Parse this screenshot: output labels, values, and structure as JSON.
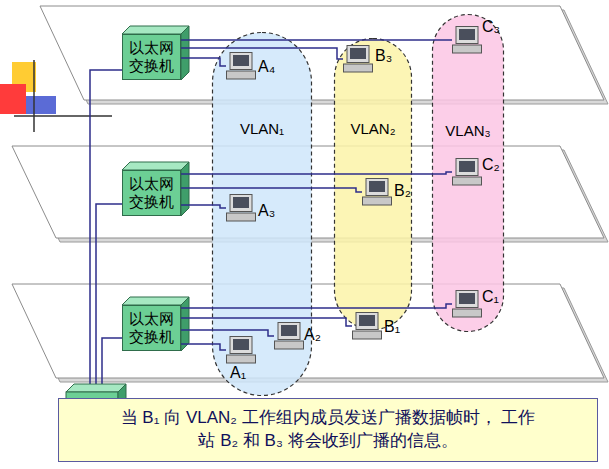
{
  "diagram": {
    "caption": "当 B₁ 向 VLAN₂ 工作组内成员发送广播数据帧时， 工作站 B₂ 和 B₃ 将会收到广播的信息。",
    "nodes": [
      {
        "text": [
          "以太网 交换机"
        ]
      },
      {
        "text": [
          "VLAN₁"
        ]
      },
      {
        "text": [
          "A₄"
        ],
        "in": 1
      },
      {
        "text": [
          "VLAN₂"
        ]
      },
      {
        "text": [
          "B₃"
        ],
        "in": 3
      },
      {
        "text": [
          "VLAN₃"
        ]
      },
      {
        "text": [
          "C₃"
        ],
        "in": 5
      },
      {
        "text": [
          "以太网 交换机"
        ]
      },
      {
        "text": [
          "A₃"
        ],
        "in": 1
      },
      {
        "text": [
          "B₂"
        ],
        "in": 3
      },
      {
        "text": [
          "C₂"
        ],
        "in": 5
      },
      {
        "text": [
          "以太网 交换机"
        ]
      },
      {
        "text": [
          "A₂"
        ],
        "in": 1
      },
      {
        "text": [
          "A₁"
        ],
        "in": 1
      },
      {
        "text": [
          "B₁"
        ],
        "in": 3
      },
      {
        "text": [
          "C₁"
        ],
        "in": 5
      }
    ],
    "edges": [
      {
        "from": 0,
        "to": 6,
        "arrow": "none"
      },
      {
        "from": 0,
        "to": 4,
        "arrow": "none"
      },
      {
        "from": 0,
        "to": 2,
        "arrow": "none"
      },
      {
        "from": 7,
        "to": 10,
        "arrow": "none"
      },
      {
        "from": 7,
        "to": 9,
        "arrow": "none"
      },
      {
        "from": 7,
        "to": 8,
        "arrow": "none"
      },
      {
        "from": 11,
        "to": 15,
        "arrow": "none"
      },
      {
        "from": 11,
        "to": 14,
        "arrow": "none"
      },
      {
        "from": 11,
        "to": 12,
        "arrow": "none"
      },
      {
        "from": 11,
        "to": 13,
        "arrow": "none"
      }
    ]
  }
}
